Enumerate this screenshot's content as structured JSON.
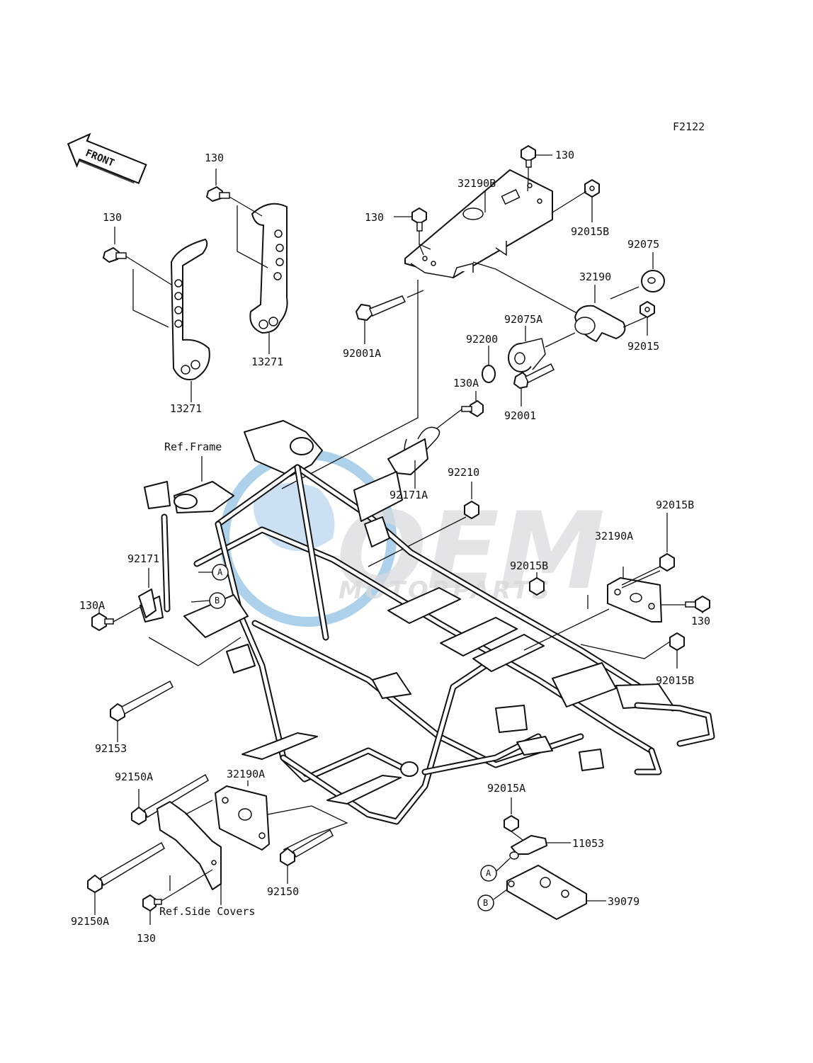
{
  "diagram_code": "F2122",
  "front_arrow": {
    "label": "FRONT",
    "icon": "front-arrow-icon"
  },
  "watermark": {
    "brand": "OEM",
    "subtitle": "MOTORPARTS",
    "colors": {
      "globe": "#3a8fd0",
      "text": "#c9ccd1"
    }
  },
  "callouts": {
    "c130_top_center": "130",
    "c32190b": "32190B",
    "c130_mid": "130",
    "c92015b_top": "92015B",
    "c92075": "92075",
    "c32190": "32190",
    "c92075a": "92075A",
    "c92200": "92200",
    "c92015": "92015",
    "c92001a": "92001A",
    "c130a_top": "130A",
    "c92001": "92001",
    "c130_left1": "130",
    "c130_left2": "130",
    "c13271_right": "13271",
    "c13271_left": "13271",
    "c92171a": "92171A",
    "c92210": "92210",
    "c92015b_right": "92015B",
    "c32190a_right": "32190A",
    "c92015b_mid": "92015B",
    "c92171": "92171",
    "c130a_left": "130A",
    "c130_right": "130",
    "c92015b_low": "92015B",
    "c92153": "92153",
    "c92150a_top": "92150A",
    "c32190a_low": "32190A",
    "c92150": "92150",
    "c92150a_bottom": "92150A",
    "c130_bottom": "130",
    "c92015a": "92015A",
    "c11053": "11053",
    "c39079": "39079"
  },
  "references": {
    "frame": "Ref.Frame",
    "side_covers": "Ref.Side Covers"
  },
  "markers": {
    "a": "A",
    "b": "B"
  }
}
